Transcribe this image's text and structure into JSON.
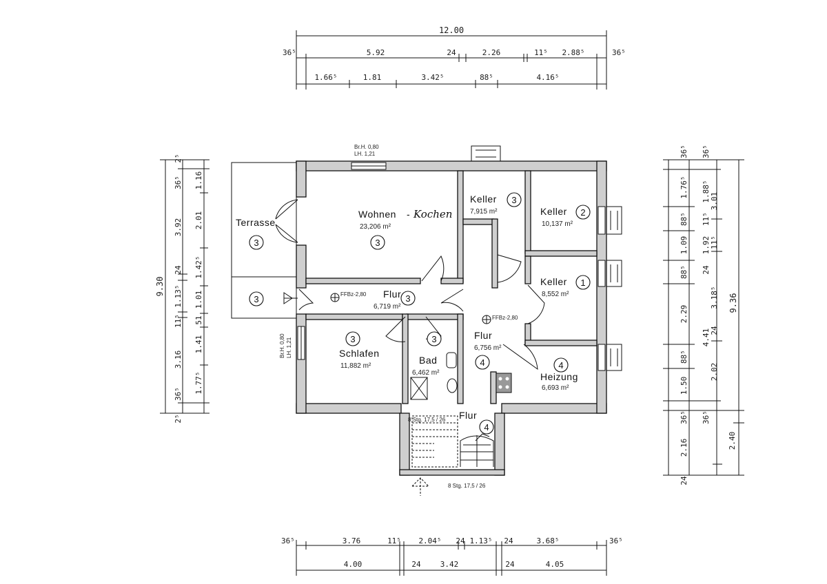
{
  "dimensions": {
    "top_total": "12.00",
    "top_row1": [
      "36⁵",
      "5.92",
      "24",
      "2.26",
      "11⁵",
      "2.88⁵",
      "36⁵"
    ],
    "top_row2": [
      "1.66⁵",
      "1.81",
      "3.42⁵",
      "88⁵",
      "4.16⁵"
    ],
    "left_total": "9.30",
    "left_row1": [
      "2⁵",
      "36⁵",
      "3.92",
      "24",
      "1.13⁵",
      "11⁵",
      "3.16",
      "36⁵",
      "2⁵"
    ],
    "left_row2": [
      "1.16",
      "2.01",
      "1.42⁵",
      "1.01",
      "51",
      "1.41",
      "1.77⁵"
    ],
    "right_total": "9.36",
    "right_row1": [
      "36⁵",
      "1.76⁵",
      "88⁵",
      "1.09",
      "88⁵",
      "2.29",
      "88⁵",
      "1.50",
      "36⁵",
      "2.16",
      "24"
    ],
    "right_row2": [
      "36⁵",
      "1.88⁵",
      "11⁵",
      "1.92",
      "24",
      "4.41",
      "36⁵"
    ],
    "right_row3": [
      "3.01",
      "11⁵",
      "3.18⁵",
      "24",
      "2.02",
      "2.40"
    ],
    "bottom_row1": [
      "36⁵",
      "3.76",
      "11⁵",
      "2.04⁵",
      "24",
      "1.13⁵",
      "24",
      "3.68⁵",
      "36⁵"
    ],
    "bottom_row2": [
      "4.00",
      "24",
      "3.42",
      "24",
      "4.05"
    ]
  },
  "rooms": {
    "wohnen": {
      "label": "Wohnen",
      "dash": "-",
      "hand": "Kochen",
      "area": "23,206 m²",
      "num": "3"
    },
    "keller3": {
      "label": "Keller",
      "area": "7,915 m²",
      "num": "3"
    },
    "keller2": {
      "label": "Keller",
      "area": "10,137 m²",
      "num": "2"
    },
    "keller1": {
      "label": "Keller",
      "area": "8,552 m²",
      "num": "1"
    },
    "terrasse": {
      "label": "Terrasse",
      "num": "3",
      "num2": "3"
    },
    "flur_upper": {
      "label": "Flur",
      "area": "6,719 m²",
      "num": "3"
    },
    "flur_lower": {
      "label": "Flur",
      "area": "6,756 m²",
      "num": "4"
    },
    "schlafen": {
      "label": "Schlafen",
      "area": "11,882 m²",
      "num": "3"
    },
    "bad": {
      "label": "Bad",
      "area": "6,462 m²",
      "num": "3"
    },
    "heizung": {
      "label": "Heizung",
      "area": "6,693 m²",
      "num": "4"
    },
    "flur_stair": {
      "label": "Flur",
      "num": "4"
    }
  },
  "annotations": {
    "window_top": [
      "Br.H. 0,80",
      "LH. 1,21"
    ],
    "window_left": [
      "Br.H. 0,80",
      "LH. 1,21"
    ],
    "ffb_upper": "FFBz-2,80",
    "ffb_lower": "FFBz-2,80",
    "stair_top": "8 Stg. 17,5 / 26",
    "stair_bottom": "8 Stg. 17,5 / 26"
  }
}
